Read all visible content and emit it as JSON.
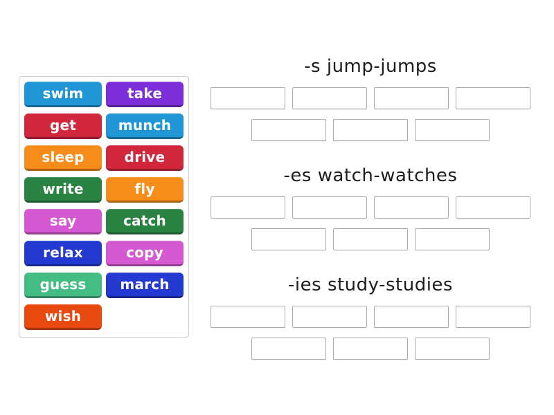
{
  "word_bank": {
    "tiles": [
      {
        "label": "swim",
        "color": "#2196d6"
      },
      {
        "label": "take",
        "color": "#7c2fd9"
      },
      {
        "label": "get",
        "color": "#d0273d"
      },
      {
        "label": "munch",
        "color": "#2196d6"
      },
      {
        "label": "sleep",
        "color": "#f68d1b"
      },
      {
        "label": "drive",
        "color": "#d0273d"
      },
      {
        "label": "write",
        "color": "#2b8343"
      },
      {
        "label": "fly",
        "color": "#f68d1b"
      },
      {
        "label": "say",
        "color": "#d55ad1"
      },
      {
        "label": "catch",
        "color": "#2b8343"
      },
      {
        "label": "relax",
        "color": "#2439cf"
      },
      {
        "label": "copy",
        "color": "#d55ad1"
      },
      {
        "label": "guess",
        "color": "#44bd85"
      },
      {
        "label": "march",
        "color": "#2439cf"
      },
      {
        "label": "wish",
        "color": "#e8490f"
      }
    ]
  },
  "groups": [
    {
      "title": "-s jump-jumps",
      "slots_row1": 4,
      "slots_row2": 3
    },
    {
      "title": "-es watch-watches",
      "slots_row1": 4,
      "slots_row2": 3
    },
    {
      "title": "-ies study-studies",
      "slots_row1": 4,
      "slots_row2": 3
    }
  ],
  "colors": {
    "background": "#ffffff",
    "panel_border": "#cccccc",
    "slot_border": "#aaaaaa",
    "header_text": "#1c1c1c",
    "tile_text": "#ffffff"
  }
}
